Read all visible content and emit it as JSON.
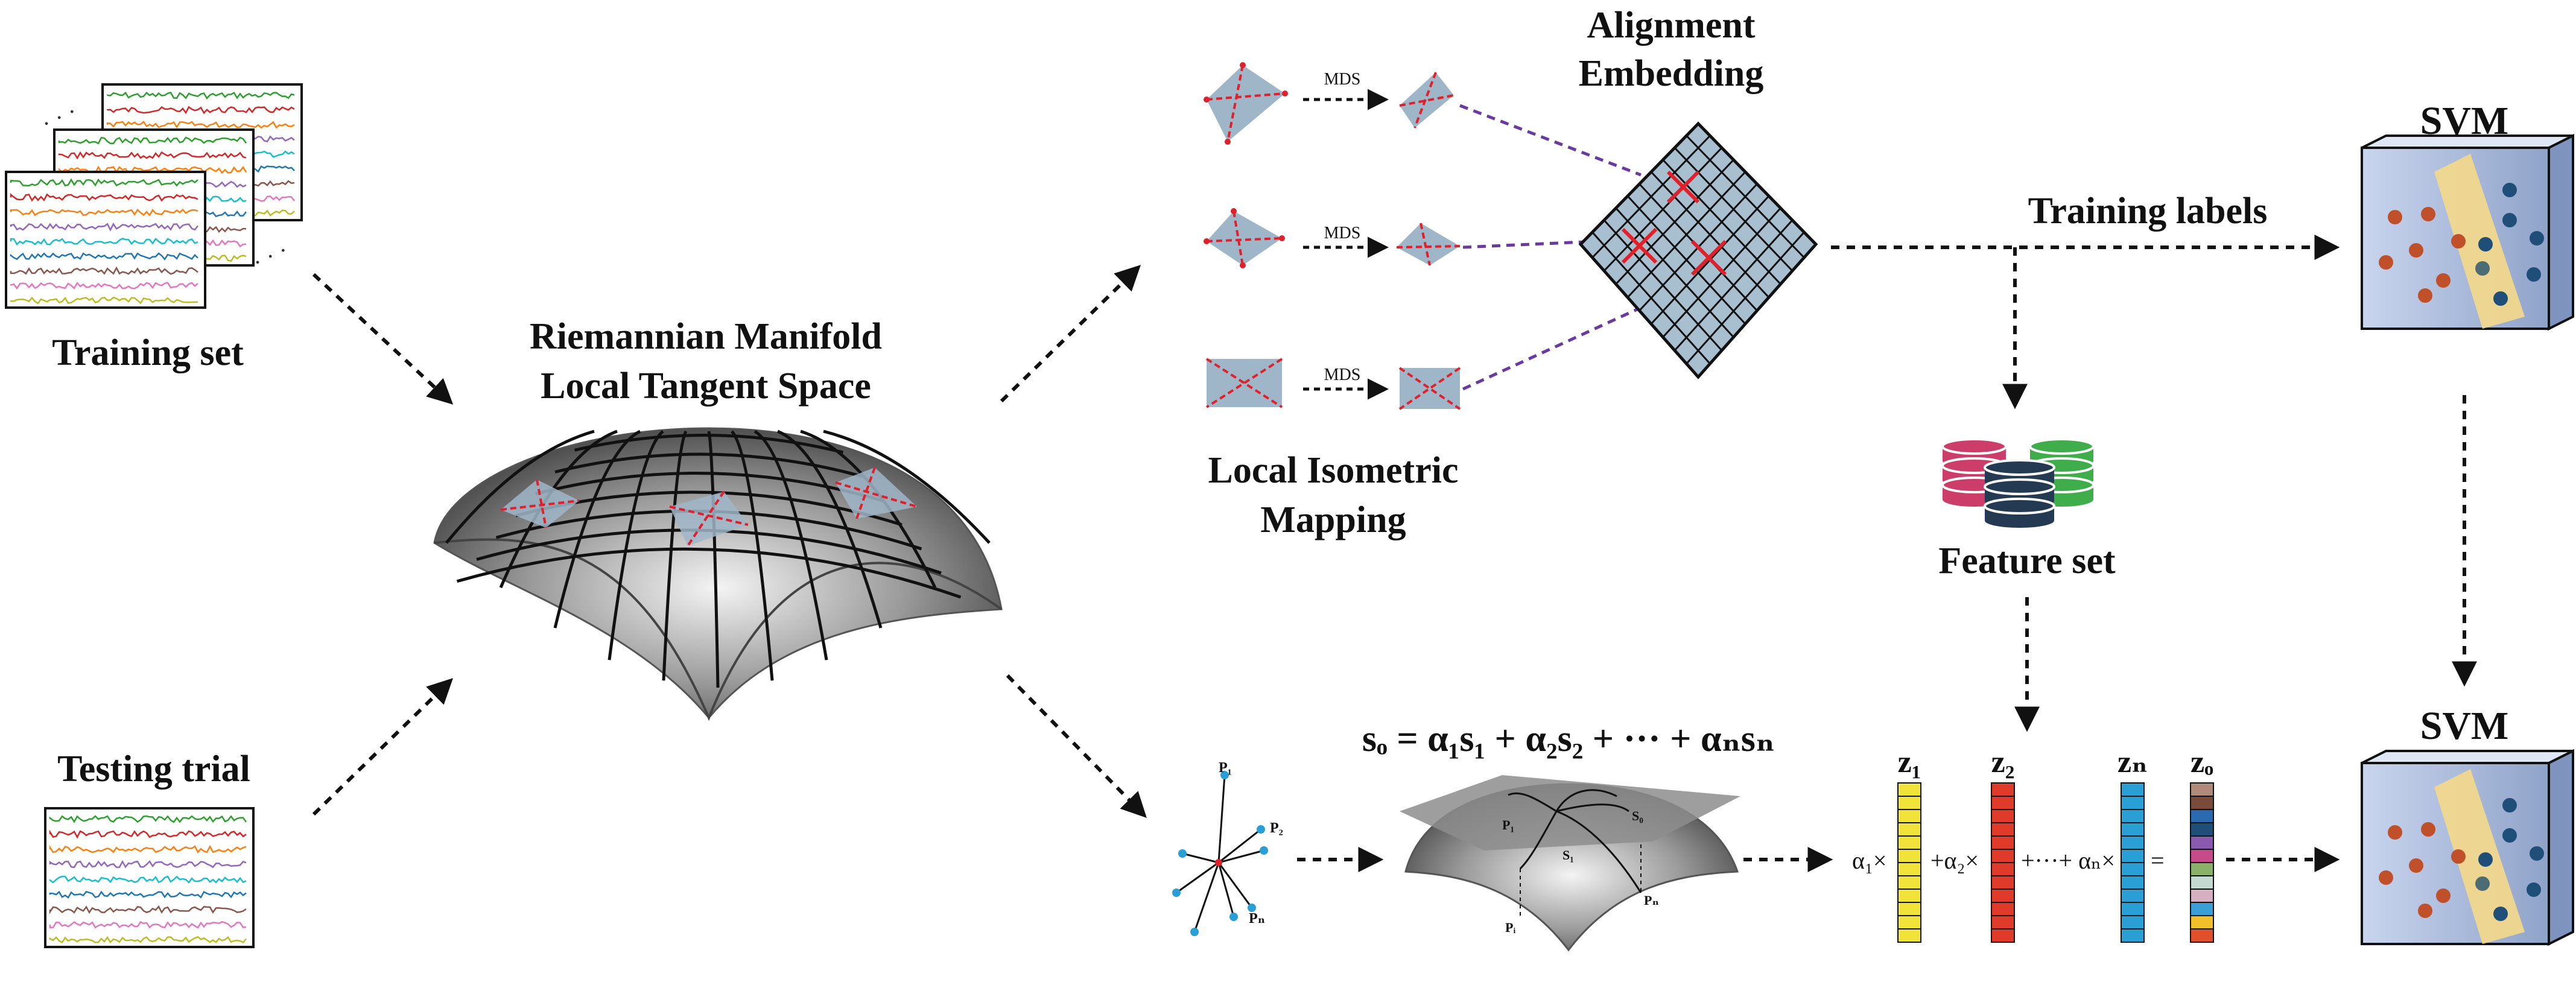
{
  "labels": {
    "training_set": "Training set",
    "testing_trial": "Testing trial",
    "manifold_line1": "Riemannian Manifold",
    "manifold_line2": "Local Tangent Space",
    "local_iso_line1": "Local Isometric",
    "local_iso_line2": "Mapping",
    "alignment_line1": "Alignment",
    "alignment_line2": "Embedding",
    "training_labels": "Training labels",
    "feature_set": "Feature set",
    "svm_top": "SVM",
    "svm_bottom": "SVM",
    "mds": "MDS",
    "ellipsis": "· · ·",
    "equation": "sₒ = α₁s₁ + α₂s₂ + ··· + αₙsₙ",
    "z1": "z₁",
    "z2": "z₂",
    "zn": "zₙ",
    "zo": "zₒ",
    "a1x": "α₁×",
    "a2x": "+α₂×",
    "dots_anx": "+···+ αₙ×",
    "equals": "=",
    "p1": "P₁",
    "p2": "P₂",
    "pi": "Pᵢ",
    "pn": "Pₙ",
    "s0": "S₀",
    "s1": "S₁"
  },
  "colors": {
    "eeg_traces": [
      "#2ca02c",
      "#d62728",
      "#ff7f0e",
      "#9467bd",
      "#17becf",
      "#1f77b4",
      "#8c564b",
      "#e377c2",
      "#bcbd22"
    ],
    "svm_red_class": "#c0502a",
    "svm_blue_class": "#1f4e79",
    "svm_support": "#4d6b73",
    "svm_box": "#b7c6e6",
    "svm_plane": "#f5d98a",
    "patch_fill": "#9fb6c9",
    "align_grid": "#a8bfd0",
    "mds_cross": "#e0202a",
    "purple_dash": "#6a3aa0",
    "db_pink": "#cc3d6a",
    "db_navy": "#243a52",
    "db_green": "#3fae4a",
    "z1_fill": "#f2e33a",
    "z2_fill": "#e03a2a",
    "zn_fill": "#2a9fd6",
    "zo_cells": [
      "#b08a7a",
      "#7a4a3a",
      "#2a6ab0",
      "#1f4e79",
      "#8a5ab0",
      "#c94a8a",
      "#8ab06a",
      "#c4d9d0",
      "#d6b0c0",
      "#3a9fd6",
      "#f2c02a",
      "#e0502a"
    ]
  }
}
